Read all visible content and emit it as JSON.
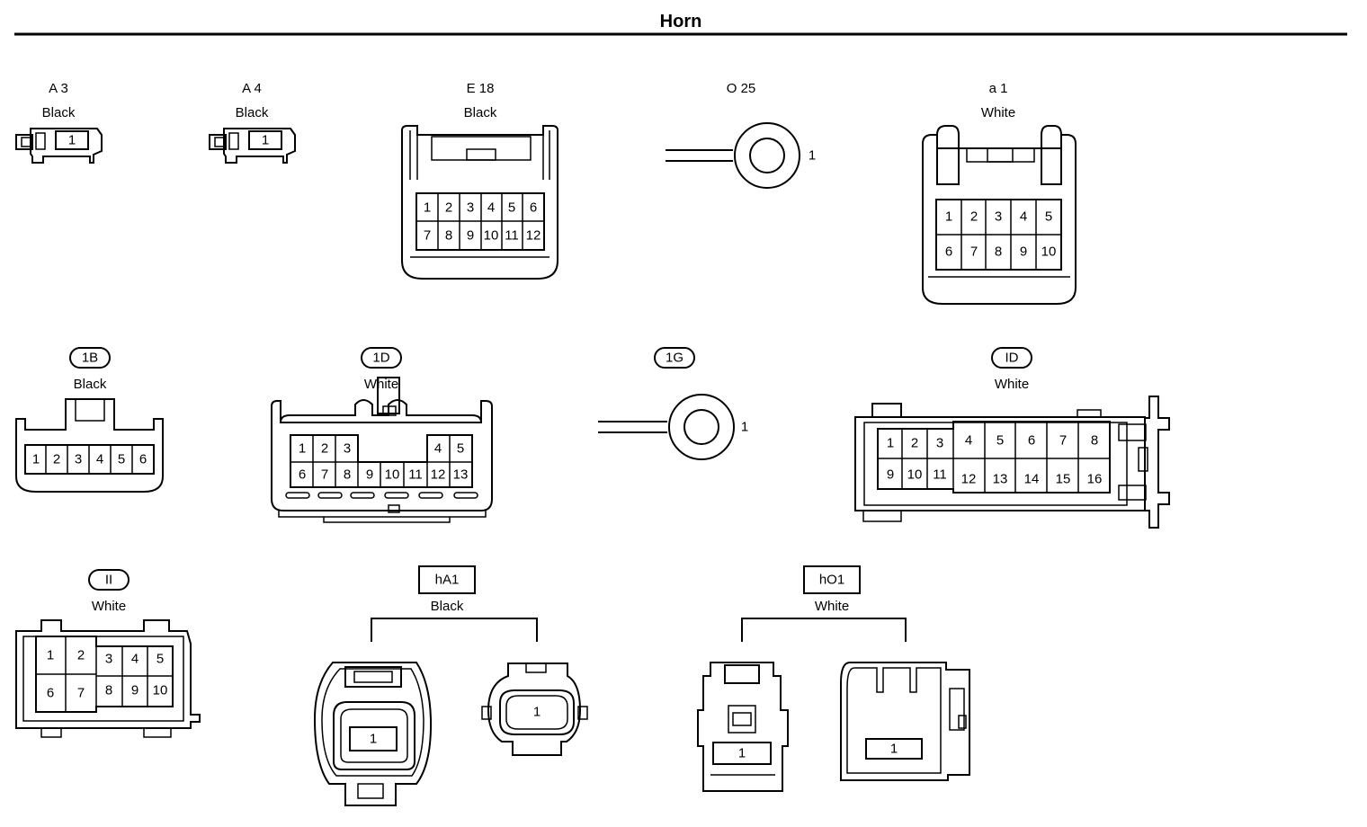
{
  "page": {
    "title": "Horn"
  },
  "connectors": [
    {
      "code": "A 3",
      "color": "Black",
      "pins": [
        "1"
      ]
    },
    {
      "code": "A 4",
      "color": "Black",
      "pins": [
        "1"
      ]
    },
    {
      "code": "E 18",
      "color": "Black",
      "pins": [
        "1",
        "2",
        "3",
        "4",
        "5",
        "6",
        "7",
        "8",
        "9",
        "10",
        "11",
        "12"
      ]
    },
    {
      "code": "O 25",
      "color": "",
      "pins": [
        "1"
      ]
    },
    {
      "code": "a 1",
      "color": "White",
      "pins": [
        "1",
        "2",
        "3",
        "4",
        "5",
        "6",
        "7",
        "8",
        "9",
        "10"
      ]
    },
    {
      "code": "1B",
      "color": "Black",
      "pins": [
        "1",
        "2",
        "3",
        "4",
        "5",
        "6"
      ]
    },
    {
      "code": "1D",
      "color": "White",
      "pins": [
        "1",
        "2",
        "3",
        "4",
        "5",
        "6",
        "7",
        "8",
        "9",
        "10",
        "11",
        "12",
        "13"
      ]
    },
    {
      "code": "1G",
      "color": "",
      "pins": [
        "1"
      ]
    },
    {
      "code": "ID",
      "color": "White",
      "pins": [
        "1",
        "2",
        "3",
        "4",
        "5",
        "6",
        "7",
        "8",
        "9",
        "10",
        "11",
        "12",
        "13",
        "14",
        "15",
        "16"
      ]
    },
    {
      "code": "II",
      "color": "White",
      "pins": [
        "1",
        "2",
        "3",
        "4",
        "5",
        "6",
        "7",
        "8",
        "9",
        "10"
      ]
    },
    {
      "code": "hA1",
      "color": "Black",
      "pins": [
        "1",
        "1"
      ]
    },
    {
      "code": "hO1",
      "color": "White",
      "pins": [
        "1",
        "1"
      ]
    }
  ]
}
